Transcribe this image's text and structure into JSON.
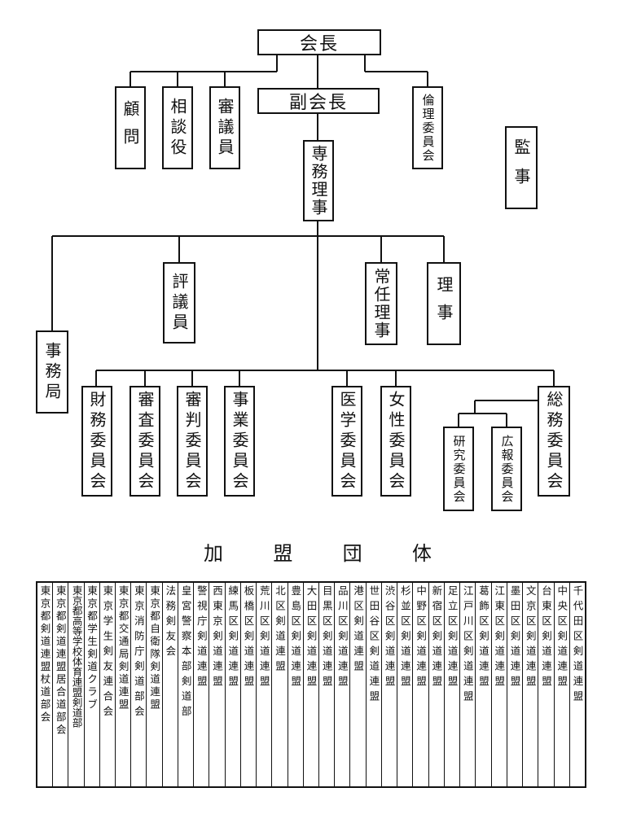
{
  "chart_title": "加盟団体",
  "org": {
    "president": "会長",
    "advisor": "顧問",
    "counselor": "相談役",
    "councilor": "審議員",
    "vice_president": "副会長",
    "ethics_committee": "倫理委員会",
    "auditor": "監事",
    "executive_director": "専務理事",
    "evaluation_council": "評議員",
    "standing_directors": "常任理事",
    "directors": "理事",
    "secretariat": "事務局",
    "finance_committee": "財務委員会",
    "examination_committee": "審査委員会",
    "referee_committee": "審判委員会",
    "business_committee": "事業委員会",
    "medical_committee": "医学委員会",
    "women_committee": "女性委員会",
    "general_affairs_committee": "総務委員会",
    "research_committee": "研究委員会",
    "pr_committee": "広報委員会"
  },
  "members": [
    "千代田区剣道連盟",
    "中央区剣道連盟",
    "台東区剣道連盟",
    "文京区剣道連盟",
    "墨田区剣道連盟",
    "江東区剣道連盟",
    "葛飾区剣道連盟",
    "江戸川区剣道連盟",
    "足立区剣道連盟",
    "新宿区剣道連盟",
    "中野区剣道連盟",
    "杉並区剣道連盟",
    "渋谷区剣道連盟",
    "世田谷区剣道連盟",
    "港区剣道連盟",
    "品川区剣道連盟",
    "目黒区剣道連盟",
    "大田区剣道連盟",
    "豊島区剣道連盟",
    "北区剣道連盟",
    "荒川区剣道連盟",
    "板橋区剣道連盟",
    "練馬区剣道連盟",
    "西東京剣道連盟",
    "警視庁剣道連盟",
    "皇宮警察本部剣道部",
    "法務剣友会",
    "東京都自衛隊剣道連盟",
    "東京消防庁剣道部会",
    "東京都交通局剣道連盟",
    "東京学生剣友連合会",
    "東京都学生剣道クラブ",
    "東京都高等学校体育連盟剣道部",
    "東京都剣道連盟居合道部会",
    "東京都剣道連盟杖道部会"
  ]
}
